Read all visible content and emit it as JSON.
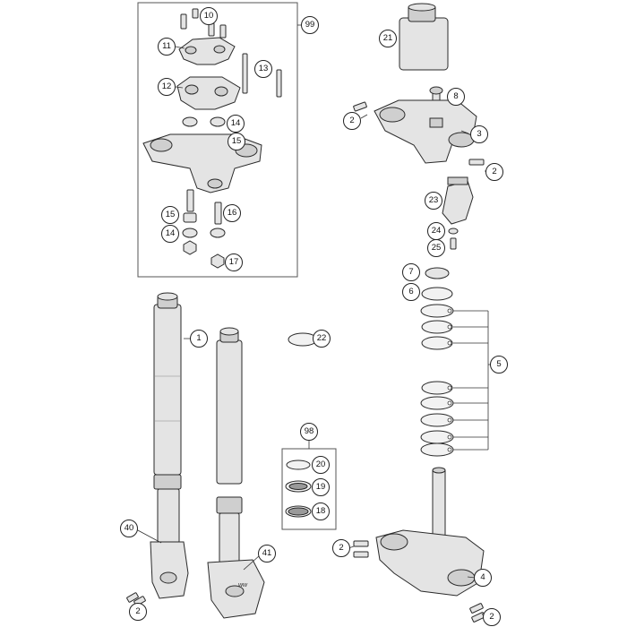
{
  "diagram": {
    "callouts": [
      {
        "id": "c99",
        "label": "99"
      },
      {
        "id": "c10",
        "label": "10"
      },
      {
        "id": "c11",
        "label": "11"
      },
      {
        "id": "c13",
        "label": "13"
      },
      {
        "id": "c12",
        "label": "12"
      },
      {
        "id": "c14a",
        "label": "14"
      },
      {
        "id": "c15a",
        "label": "15"
      },
      {
        "id": "c15b",
        "label": "15"
      },
      {
        "id": "c16",
        "label": "16"
      },
      {
        "id": "c14b",
        "label": "14"
      },
      {
        "id": "c17",
        "label": "17"
      },
      {
        "id": "c21",
        "label": "21"
      },
      {
        "id": "c8",
        "label": "8"
      },
      {
        "id": "c2a",
        "label": "2"
      },
      {
        "id": "c3",
        "label": "3"
      },
      {
        "id": "c2b",
        "label": "2"
      },
      {
        "id": "c23",
        "label": "23"
      },
      {
        "id": "c24",
        "label": "24"
      },
      {
        "id": "c25",
        "label": "25"
      },
      {
        "id": "c7",
        "label": "7"
      },
      {
        "id": "c6",
        "label": "6"
      },
      {
        "id": "c5",
        "label": "5"
      },
      {
        "id": "c1",
        "label": "1"
      },
      {
        "id": "c22",
        "label": "22"
      },
      {
        "id": "c98",
        "label": "98"
      },
      {
        "id": "c20",
        "label": "20"
      },
      {
        "id": "c19",
        "label": "19"
      },
      {
        "id": "c18",
        "label": "18"
      },
      {
        "id": "c40",
        "label": "40"
      },
      {
        "id": "c41",
        "label": "41"
      },
      {
        "id": "c2c",
        "label": "2"
      },
      {
        "id": "c2d",
        "label": "2"
      },
      {
        "id": "c4",
        "label": "4"
      },
      {
        "id": "c2e",
        "label": "2"
      }
    ]
  }
}
